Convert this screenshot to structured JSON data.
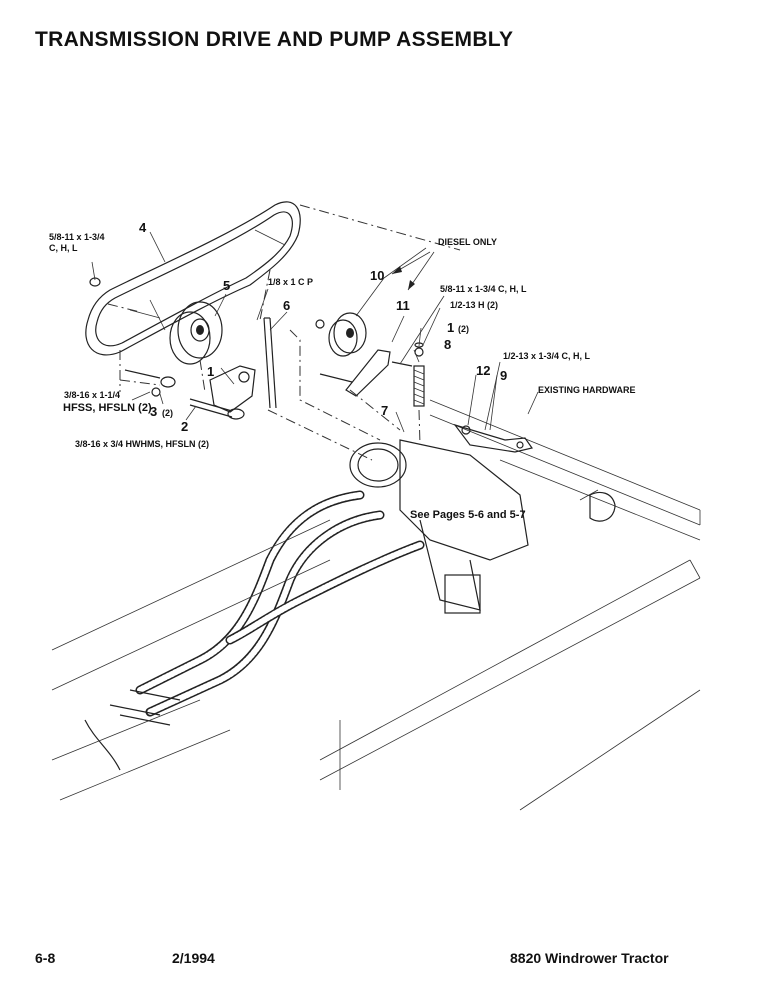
{
  "header": {
    "title": "TRANSMISSION DRIVE AND PUMP ASSEMBLY"
  },
  "footer": {
    "page": "6-8",
    "date": "2/1994",
    "model": "8820 Windrower Tractor"
  },
  "callouts": {
    "c1": "1",
    "c1b": "1",
    "c1b_qty": "(2)",
    "c2": "2",
    "c3": "3",
    "c3_qty": "(2)",
    "c4": "4",
    "c5": "5",
    "c6": "6",
    "c7": "7",
    "c8": "8",
    "c9": "9",
    "c10": "10",
    "c11": "11",
    "c12": "12"
  },
  "specs": {
    "s_58_a1": "5/8-11 x 1-3/4",
    "s_58_a2": "C, H, L",
    "s_diesel": "DIESEL ONLY",
    "s_cp": "1/8 x 1 C P",
    "s_58_b": "5/8-11 x 1-3/4 C, H, L",
    "s_12_h": "1/2-13 H (2)",
    "s_12_chl": "1/2-13 x 1-3/4 C, H, L",
    "s_existing": "EXISTING HARDWARE",
    "s_38_a": "3/8-16 x 1-1/4",
    "s_38_b": "HFSS, HFSLN (2)",
    "s_38_c": "3/8-16 x 3/4 HWHMS, HFSLN (2)",
    "s_see": "See Pages 5-6 and 5-7"
  }
}
